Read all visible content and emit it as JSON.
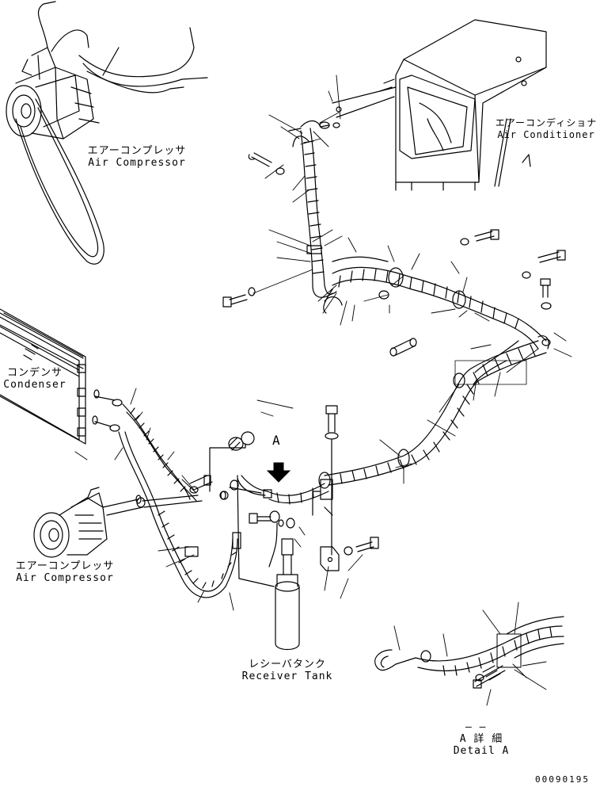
{
  "labels": {
    "compressor_top": {
      "jp": "エアーコンプレッサ",
      "en": "Air Compressor"
    },
    "air_conditioner": {
      "jp": "エアーコンディショナ",
      "en": "Air Conditioner"
    },
    "condenser": {
      "jp": "コンデンサ",
      "en": "Condenser"
    },
    "compressor_bottom": {
      "jp": "エアーコンプレッサ",
      "en": "Air Compressor"
    },
    "receiver_tank": {
      "jp": "レシーバタンク",
      "en": "Receiver Tank"
    },
    "detail_a": {
      "dash": "– –",
      "jp": "A 詳 細",
      "en": "Detail A"
    },
    "view_arrow": "A",
    "figure_code": "00090195"
  }
}
